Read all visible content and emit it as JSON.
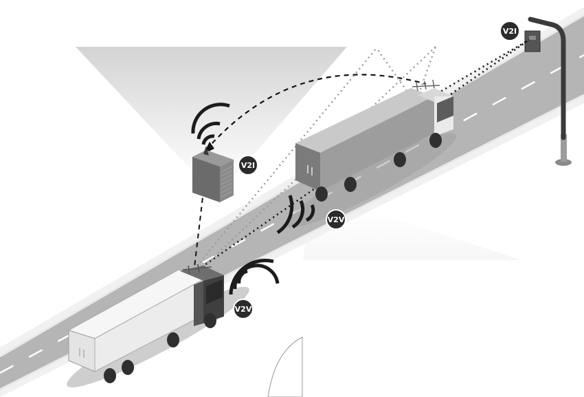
{
  "labels": {
    "v2i_streetlight": "V2I",
    "v2i_roadside_unit": "V2I",
    "v2v_lead_truck": "V2V",
    "v2v_follow_truck": "V2V"
  },
  "icons": {
    "roadside_unit": "roadside-unit-icon",
    "street_light": "street-light-icon",
    "wifi": "wifi-waves-icon",
    "truck": "truck-icon"
  },
  "colors": {
    "road": "#b9b9b9",
    "road_edge": "#f2f2f2",
    "lane_marking": "#ffffff",
    "badge": "#2b2b2b",
    "truck_light": "#f3f3f3",
    "truck_dark": "#8c8c8c",
    "cab_dark": "#3c3c3c",
    "signal_line": "#111111",
    "gps_line": "#aaaaaa"
  }
}
